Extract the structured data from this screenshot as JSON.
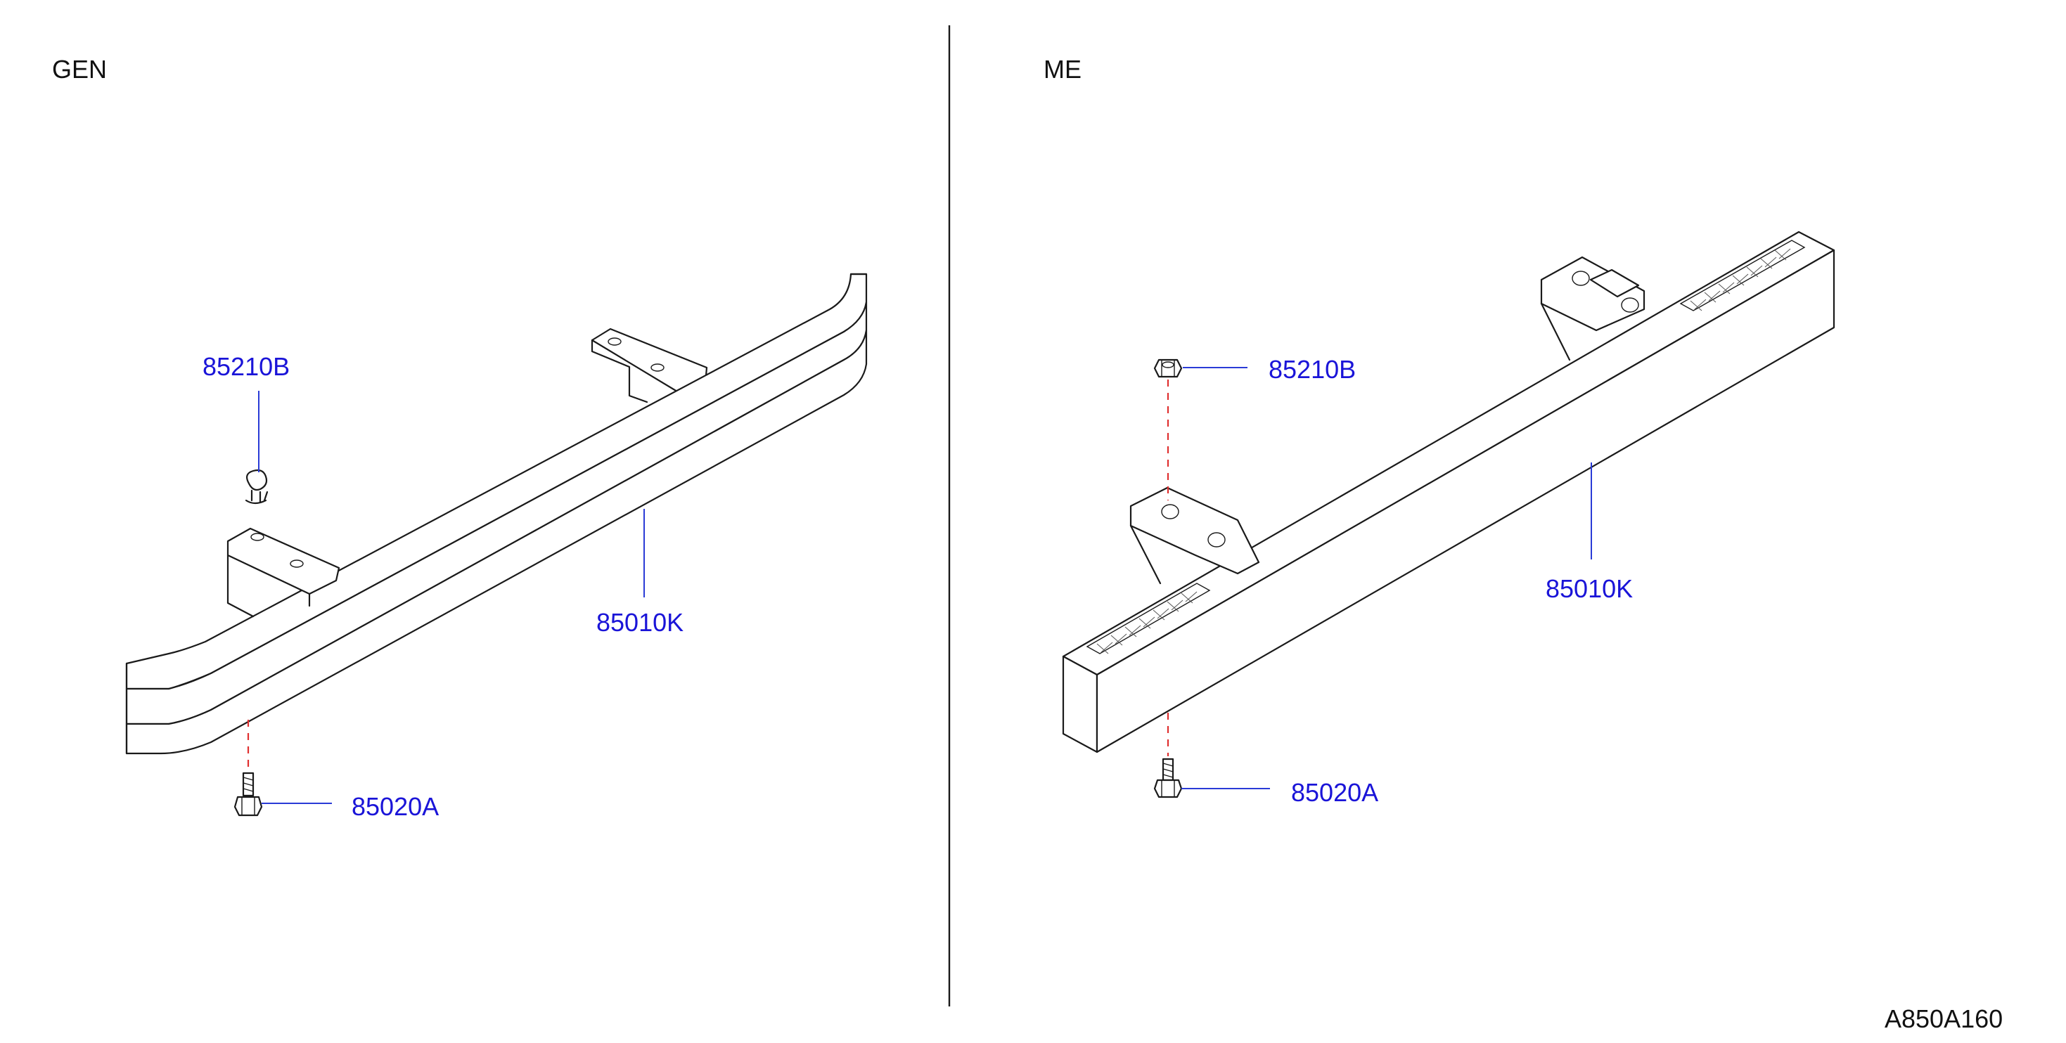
{
  "sections": {
    "left": "GEN",
    "right": "ME"
  },
  "left_callouts": {
    "nut": "85210B",
    "step": "85010K",
    "bolt": "85020A"
  },
  "right_callouts": {
    "nut": "85210B",
    "step": "85010K",
    "bolt": "85020A"
  },
  "figure_id": "A850A160",
  "colors": {
    "callout_text": "#1a14d8",
    "leader_line": "#2a3bd6",
    "dashed_guide": "#e03030",
    "line_art": "#1a1a1a"
  }
}
